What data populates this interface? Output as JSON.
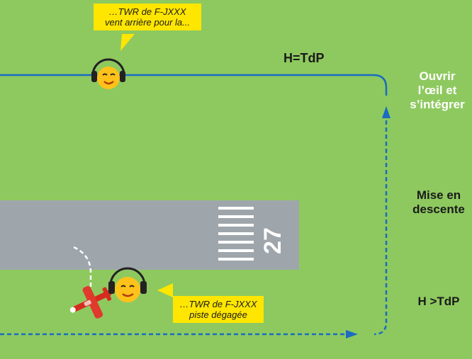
{
  "bubbles": {
    "top": {
      "line1": "…TWR de F-JXXX",
      "line2": "vent arrière pour la..."
    },
    "bottom": {
      "line1": "…TWR de F-JXXX",
      "line2": "piste dégagée"
    }
  },
  "labels": {
    "height_top": "H=TdP",
    "open_eye": [
      "Ouvrir",
      "l’œil et",
      "s’intégrer"
    ],
    "descent": [
      "Mise en",
      "descente"
    ],
    "height_right": "H >TdP"
  },
  "runway": {
    "number": "27"
  },
  "colors": {
    "grass": "#8ec95f",
    "route": "#1a6bc2",
    "runway": "#9ea6ab",
    "bubble": "#ffe600",
    "text_white": "#ffffff",
    "text_dark": "#1a1a1a"
  },
  "icons": [
    "pilot-headset-icon",
    "airplane-icon",
    "arrow-up-icon",
    "arrow-right-icon"
  ]
}
